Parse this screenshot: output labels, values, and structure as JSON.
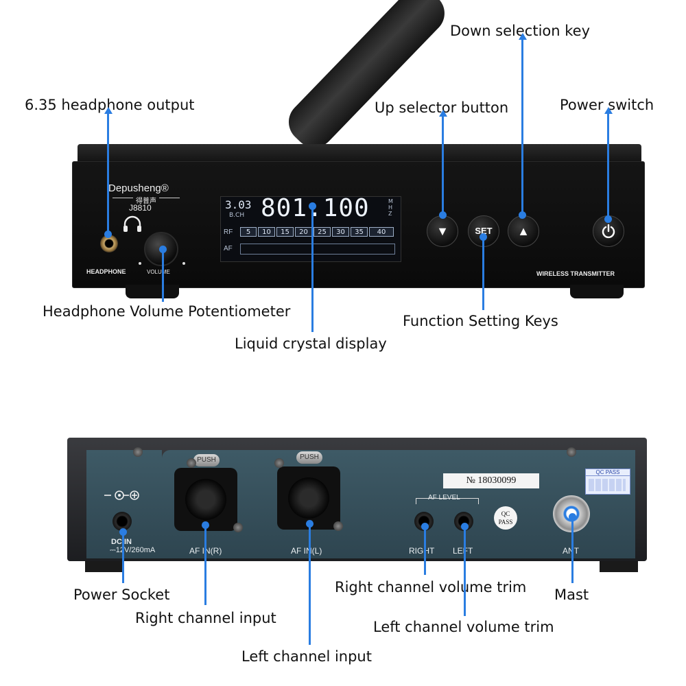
{
  "front": {
    "brand": "Depusheng®",
    "brand_cn": "得普声",
    "model": "J8810",
    "headphone_label": "HEADPHONE",
    "volume_label": "VOLUME",
    "footer_label": "WIRELESS TRANSMITTER",
    "lcd": {
      "channel": "3.03",
      "channel_label": "B.CH",
      "frequency": "801.100",
      "unit": "MHZ",
      "rf_label": "RF",
      "af_label": "AF",
      "scale": [
        "5",
        "10",
        "15",
        "20",
        "25",
        "30",
        "35",
        "40"
      ]
    },
    "set_button": "SET",
    "down_symbol": "▼",
    "up_symbol": "▲"
  },
  "rear": {
    "push_left": "PUSH",
    "push_right": "PUSH",
    "dc_in": "DC IN",
    "dc_spec": "⎓12V/260mA",
    "af_in_r": "AF IN(R)",
    "af_in_l": "AF IN(L)",
    "serial": "№ 18030099",
    "af_level": "AF LEVEL",
    "right": "RIGHT",
    "left": "LEFT",
    "qc": "QC",
    "pass": "PASS",
    "qc_pass": "QC PASS",
    "ant": "ANT"
  },
  "callouts": {
    "down_key": "Down selection key",
    "headphone_output": "6.35 headphone output",
    "up_button": "Up selector button",
    "power_switch": "Power switch",
    "volume_pot": "Headphone Volume Potentiometer",
    "function_keys": "Function Setting Keys",
    "lcd": "Liquid crystal display",
    "power_socket": "Power Socket",
    "right_trim": "Right channel volume trim",
    "mast": "Mast",
    "right_input": "Right channel input",
    "left_trim": "Left channel volume trim",
    "left_input": "Left channel input"
  },
  "colors": {
    "accent": "#2a7de1",
    "panel": "#34505c"
  },
  "icons": [
    "headphone-icon",
    "power-icon",
    "down-arrow-icon",
    "up-arrow-icon",
    "dc-polarity-icon"
  ]
}
